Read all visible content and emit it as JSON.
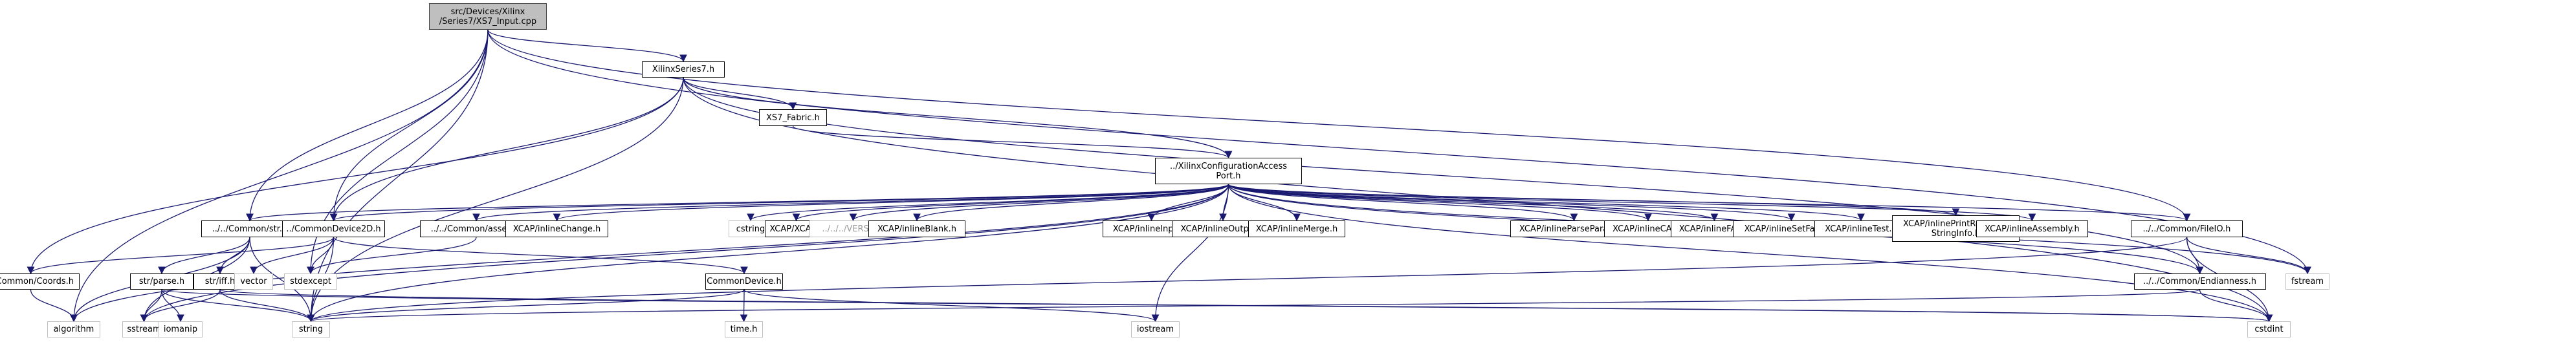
{
  "title": "Include dependency graph for XS7_Input.cpp",
  "colors": {
    "edge": "#191970",
    "node_border": "#000000",
    "system_border": "#bfbfbf",
    "root_fill": "#bfbfbf"
  },
  "nodes": [
    {
      "id": "root",
      "label": "src/Devices/Xilinx\n/Series7/XS7_Input.cpp",
      "kind": "root"
    },
    {
      "id": "xs7",
      "label": "XilinxSeries7.h",
      "kind": "local"
    },
    {
      "id": "fabric",
      "label": "XS7_Fabric.h",
      "kind": "local"
    },
    {
      "id": "xcap",
      "label": "../XilinxConfigurationAccess\nPort.h",
      "kind": "local"
    },
    {
      "id": "str",
      "label": "../../Common/str.h",
      "kind": "local"
    },
    {
      "id": "cd2d",
      "label": "../CommonDevice2D.h",
      "kind": "local"
    },
    {
      "id": "assert",
      "label": "../../Common/assert.h",
      "kind": "local"
    },
    {
      "id": "ichange",
      "label": "XCAP/inlineChange.h",
      "kind": "local"
    },
    {
      "id": "cstring",
      "label": "cstring",
      "kind": "system"
    },
    {
      "id": "xcaph",
      "label": "XCAP/XCAP.h",
      "kind": "local"
    },
    {
      "id": "version",
      "label": "../../../VERSION",
      "kind": "system_dim"
    },
    {
      "id": "iblank",
      "label": "XCAP/inlineBlank.h",
      "kind": "local"
    },
    {
      "id": "iinput",
      "label": "XCAP/inlineInput.h",
      "kind": "local"
    },
    {
      "id": "ioutput",
      "label": "XCAP/inlineOutput.h",
      "kind": "local"
    },
    {
      "id": "imerge",
      "label": "XCAP/inlineMerge.h",
      "kind": "local"
    },
    {
      "id": "iparse",
      "label": "XCAP/inlineParseParams.h",
      "kind": "local"
    },
    {
      "id": "icap",
      "label": "XCAP/inlineCAP.h",
      "kind": "local"
    },
    {
      "id": "ifar",
      "label": "XCAP/inlineFAR.h",
      "kind": "local"
    },
    {
      "id": "isetfab",
      "label": "XCAP/inlineSetFabric.h",
      "kind": "local"
    },
    {
      "id": "itest",
      "label": "XCAP/inlineTest.h",
      "kind": "local"
    },
    {
      "id": "iprint",
      "label": "XCAP/inlinePrintResource\nStringInfo.h",
      "kind": "local"
    },
    {
      "id": "iasm",
      "label": "XCAP/inlineAssembly.h",
      "kind": "local"
    },
    {
      "id": "fileio",
      "label": "../../Common/FileIO.h",
      "kind": "local"
    },
    {
      "id": "coords",
      "label": "../Common/Coords.h",
      "kind": "local"
    },
    {
      "id": "strparse",
      "label": "str/parse.h",
      "kind": "local"
    },
    {
      "id": "striff",
      "label": "str/iff.h",
      "kind": "local"
    },
    {
      "id": "vector",
      "label": "vector",
      "kind": "system"
    },
    {
      "id": "stdexcept",
      "label": "stdexcept",
      "kind": "system"
    },
    {
      "id": "cdev",
      "label": "CommonDevice.h",
      "kind": "local"
    },
    {
      "id": "endian",
      "label": "../../Common/Endianness.h",
      "kind": "local"
    },
    {
      "id": "fstream",
      "label": "fstream",
      "kind": "system"
    },
    {
      "id": "algorithm",
      "label": "algorithm",
      "kind": "system"
    },
    {
      "id": "sstream",
      "label": "sstream",
      "kind": "system"
    },
    {
      "id": "iomanip",
      "label": "iomanip",
      "kind": "system"
    },
    {
      "id": "string",
      "label": "string",
      "kind": "system"
    },
    {
      "id": "timeh",
      "label": "time.h",
      "kind": "system"
    },
    {
      "id": "iostream",
      "label": "iostream",
      "kind": "system"
    },
    {
      "id": "cstdint",
      "label": "cstdint",
      "kind": "system"
    }
  ],
  "edges": [
    [
      "root",
      "xs7"
    ],
    [
      "root",
      "str"
    ],
    [
      "root",
      "cd2d"
    ],
    [
      "root",
      "fileio"
    ],
    [
      "root",
      "fstream"
    ],
    [
      "root",
      "stdexcept"
    ],
    [
      "root",
      "string"
    ],
    [
      "root",
      "algorithm"
    ],
    [
      "xs7",
      "fabric"
    ],
    [
      "xs7",
      "xcap"
    ],
    [
      "xs7",
      "coords"
    ],
    [
      "xs7",
      "cd2d"
    ],
    [
      "xs7",
      "string"
    ],
    [
      "xs7",
      "endian"
    ],
    [
      "xs7",
      "cstdint"
    ],
    [
      "fabric",
      "xcap"
    ],
    [
      "xcap",
      "str"
    ],
    [
      "xcap",
      "cd2d"
    ],
    [
      "xcap",
      "assert"
    ],
    [
      "xcap",
      "ichange"
    ],
    [
      "xcap",
      "cstring"
    ],
    [
      "xcap",
      "xcaph"
    ],
    [
      "xcap",
      "version"
    ],
    [
      "xcap",
      "iblank"
    ],
    [
      "xcap",
      "iinput"
    ],
    [
      "xcap",
      "ioutput"
    ],
    [
      "xcap",
      "imerge"
    ],
    [
      "xcap",
      "iparse"
    ],
    [
      "xcap",
      "icap"
    ],
    [
      "xcap",
      "ifar"
    ],
    [
      "xcap",
      "isetfab"
    ],
    [
      "xcap",
      "itest"
    ],
    [
      "xcap",
      "iprint"
    ],
    [
      "xcap",
      "iasm"
    ],
    [
      "xcap",
      "fileio"
    ],
    [
      "xcap",
      "endian"
    ],
    [
      "xcap",
      "string"
    ],
    [
      "xcap",
      "iostream"
    ],
    [
      "xcap",
      "cstdint"
    ],
    [
      "xcap",
      "fstream"
    ],
    [
      "xcap",
      "algorithm"
    ],
    [
      "xcap",
      "sstream"
    ],
    [
      "str",
      "algorithm"
    ],
    [
      "str",
      "strparse"
    ],
    [
      "str",
      "striff"
    ],
    [
      "str",
      "string"
    ],
    [
      "str",
      "sstream"
    ],
    [
      "cd2d",
      "coords"
    ],
    [
      "cd2d",
      "cdev"
    ],
    [
      "cd2d",
      "vector"
    ],
    [
      "cd2d",
      "stdexcept"
    ],
    [
      "cd2d",
      "string"
    ],
    [
      "assert",
      "stdexcept"
    ],
    [
      "coords",
      "algorithm"
    ],
    [
      "strparse",
      "sstream"
    ],
    [
      "strparse",
      "iomanip"
    ],
    [
      "strparse",
      "string"
    ],
    [
      "strparse",
      "cstdint"
    ],
    [
      "striff",
      "sstream"
    ],
    [
      "striff",
      "string"
    ],
    [
      "striff",
      "cstdint"
    ],
    [
      "cdev",
      "timeh"
    ],
    [
      "cdev",
      "string"
    ],
    [
      "cdev",
      "iostream"
    ],
    [
      "fileio",
      "endian"
    ],
    [
      "fileio",
      "fstream"
    ],
    [
      "fileio",
      "cstdint"
    ],
    [
      "fileio",
      "string"
    ],
    [
      "endian",
      "cstdint"
    ],
    [
      "endian",
      "string"
    ]
  ]
}
